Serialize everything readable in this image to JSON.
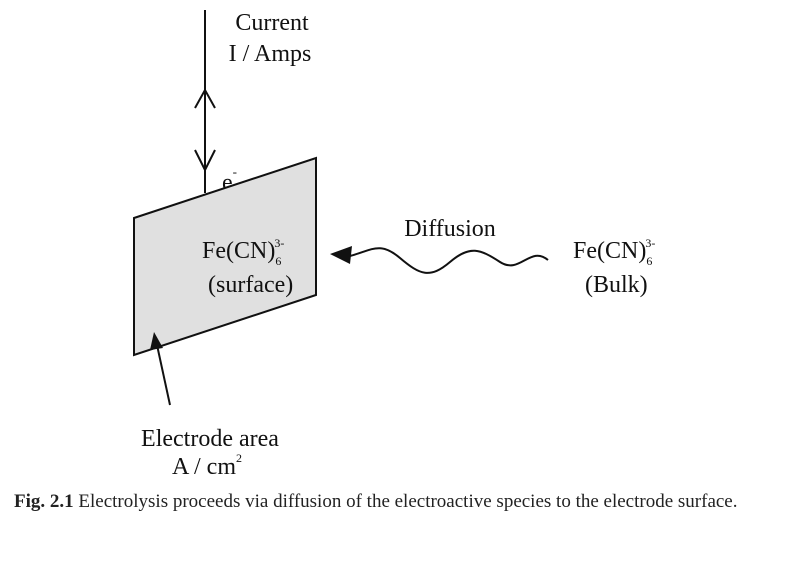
{
  "diagram": {
    "current_label": "Current",
    "current_units": "I / Amps",
    "electron": {
      "base": "e",
      "sup": "-"
    },
    "surface_species": {
      "base": "Fe(CN)",
      "sub": "6",
      "sup": "3-"
    },
    "surface_label": "(surface)",
    "diffusion_label": "Diffusion",
    "bulk_species": {
      "base": "Fe(CN)",
      "sub": "6",
      "sup": "3-"
    },
    "bulk_label": "(Bulk)",
    "area_label": "Electrode area",
    "area_units": {
      "base": "A / cm",
      "sup": "2"
    },
    "colors": {
      "electrode_fill": "#e0e0e0",
      "stroke": "#111111"
    }
  },
  "caption": {
    "fig_label": "Fig. 2.1",
    "text": "Electrolysis proceeds via diffusion of the electroactive species to the electrode surface."
  }
}
